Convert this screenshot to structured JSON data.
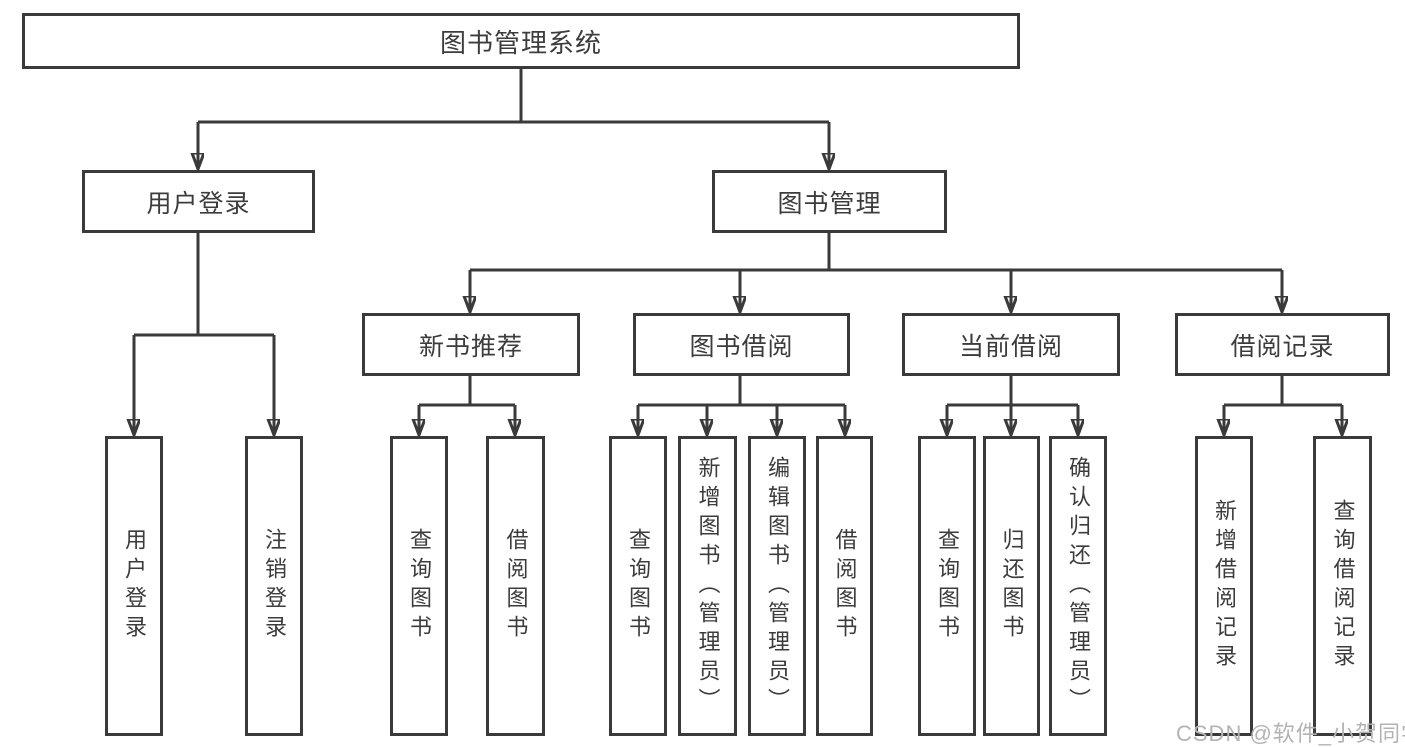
{
  "diagram": {
    "title": "图书管理系统",
    "branches": [
      {
        "label": "用户登录",
        "children": [
          {
            "label": "用户登录"
          },
          {
            "label": "注销登录"
          }
        ]
      },
      {
        "label": "图书管理",
        "children": [
          {
            "label": "新书推荐",
            "children": [
              {
                "label": "查询图书"
              },
              {
                "label": "借阅图书"
              }
            ]
          },
          {
            "label": "图书借阅",
            "children": [
              {
                "label": "查询图书"
              },
              {
                "label": "新增图书（管理员）"
              },
              {
                "label": "编辑图书（管理员）"
              },
              {
                "label": "借阅图书"
              }
            ]
          },
          {
            "label": "当前借阅",
            "children": [
              {
                "label": "查询图书"
              },
              {
                "label": "归还图书"
              },
              {
                "label": "确认归还（管理员）"
              }
            ]
          },
          {
            "label": "借阅记录",
            "children": [
              {
                "label": "新增借阅记录"
              },
              {
                "label": "查询借阅记录"
              }
            ]
          }
        ]
      }
    ]
  },
  "watermark": "CSDN @软件_小贺同学",
  "colors": {
    "line": "#3a3a3a",
    "text": "#3c3c3c",
    "watermark": "#b3b3b3",
    "background": "#ffffff"
  }
}
